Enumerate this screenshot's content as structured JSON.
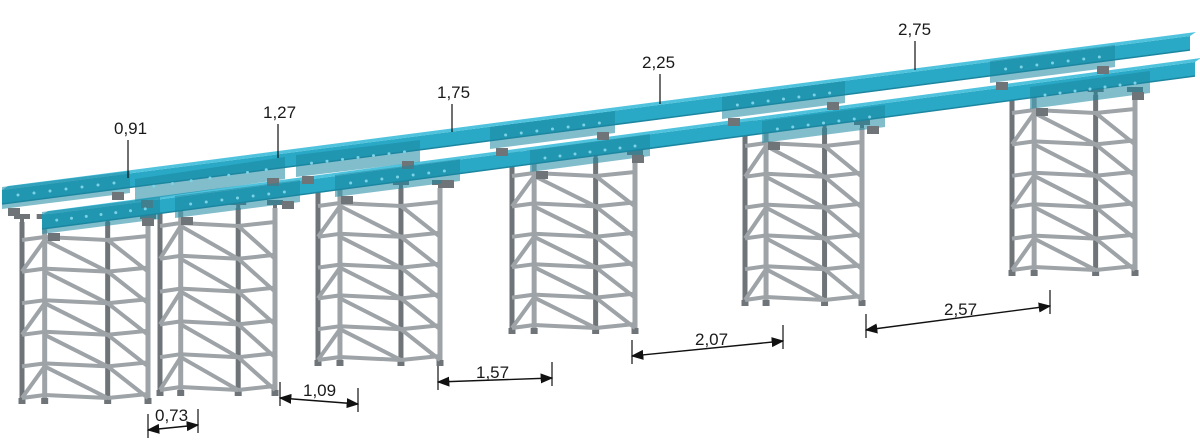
{
  "colors": {
    "beam": "#29a9c6",
    "beam_dark": "#1c86a0",
    "beam_light": "#4fc3dd",
    "beam_holes": "#7ad3e6",
    "frame": "#9ea3a7",
    "frame_dark": "#6f7478",
    "dimension": "#111111"
  },
  "span_labels": [
    "0,91",
    "1,27",
    "1,75",
    "2,25",
    "2,75"
  ],
  "gap_labels": [
    "0,73",
    "1,09",
    "1,57",
    "2,07",
    "2,57"
  ]
}
